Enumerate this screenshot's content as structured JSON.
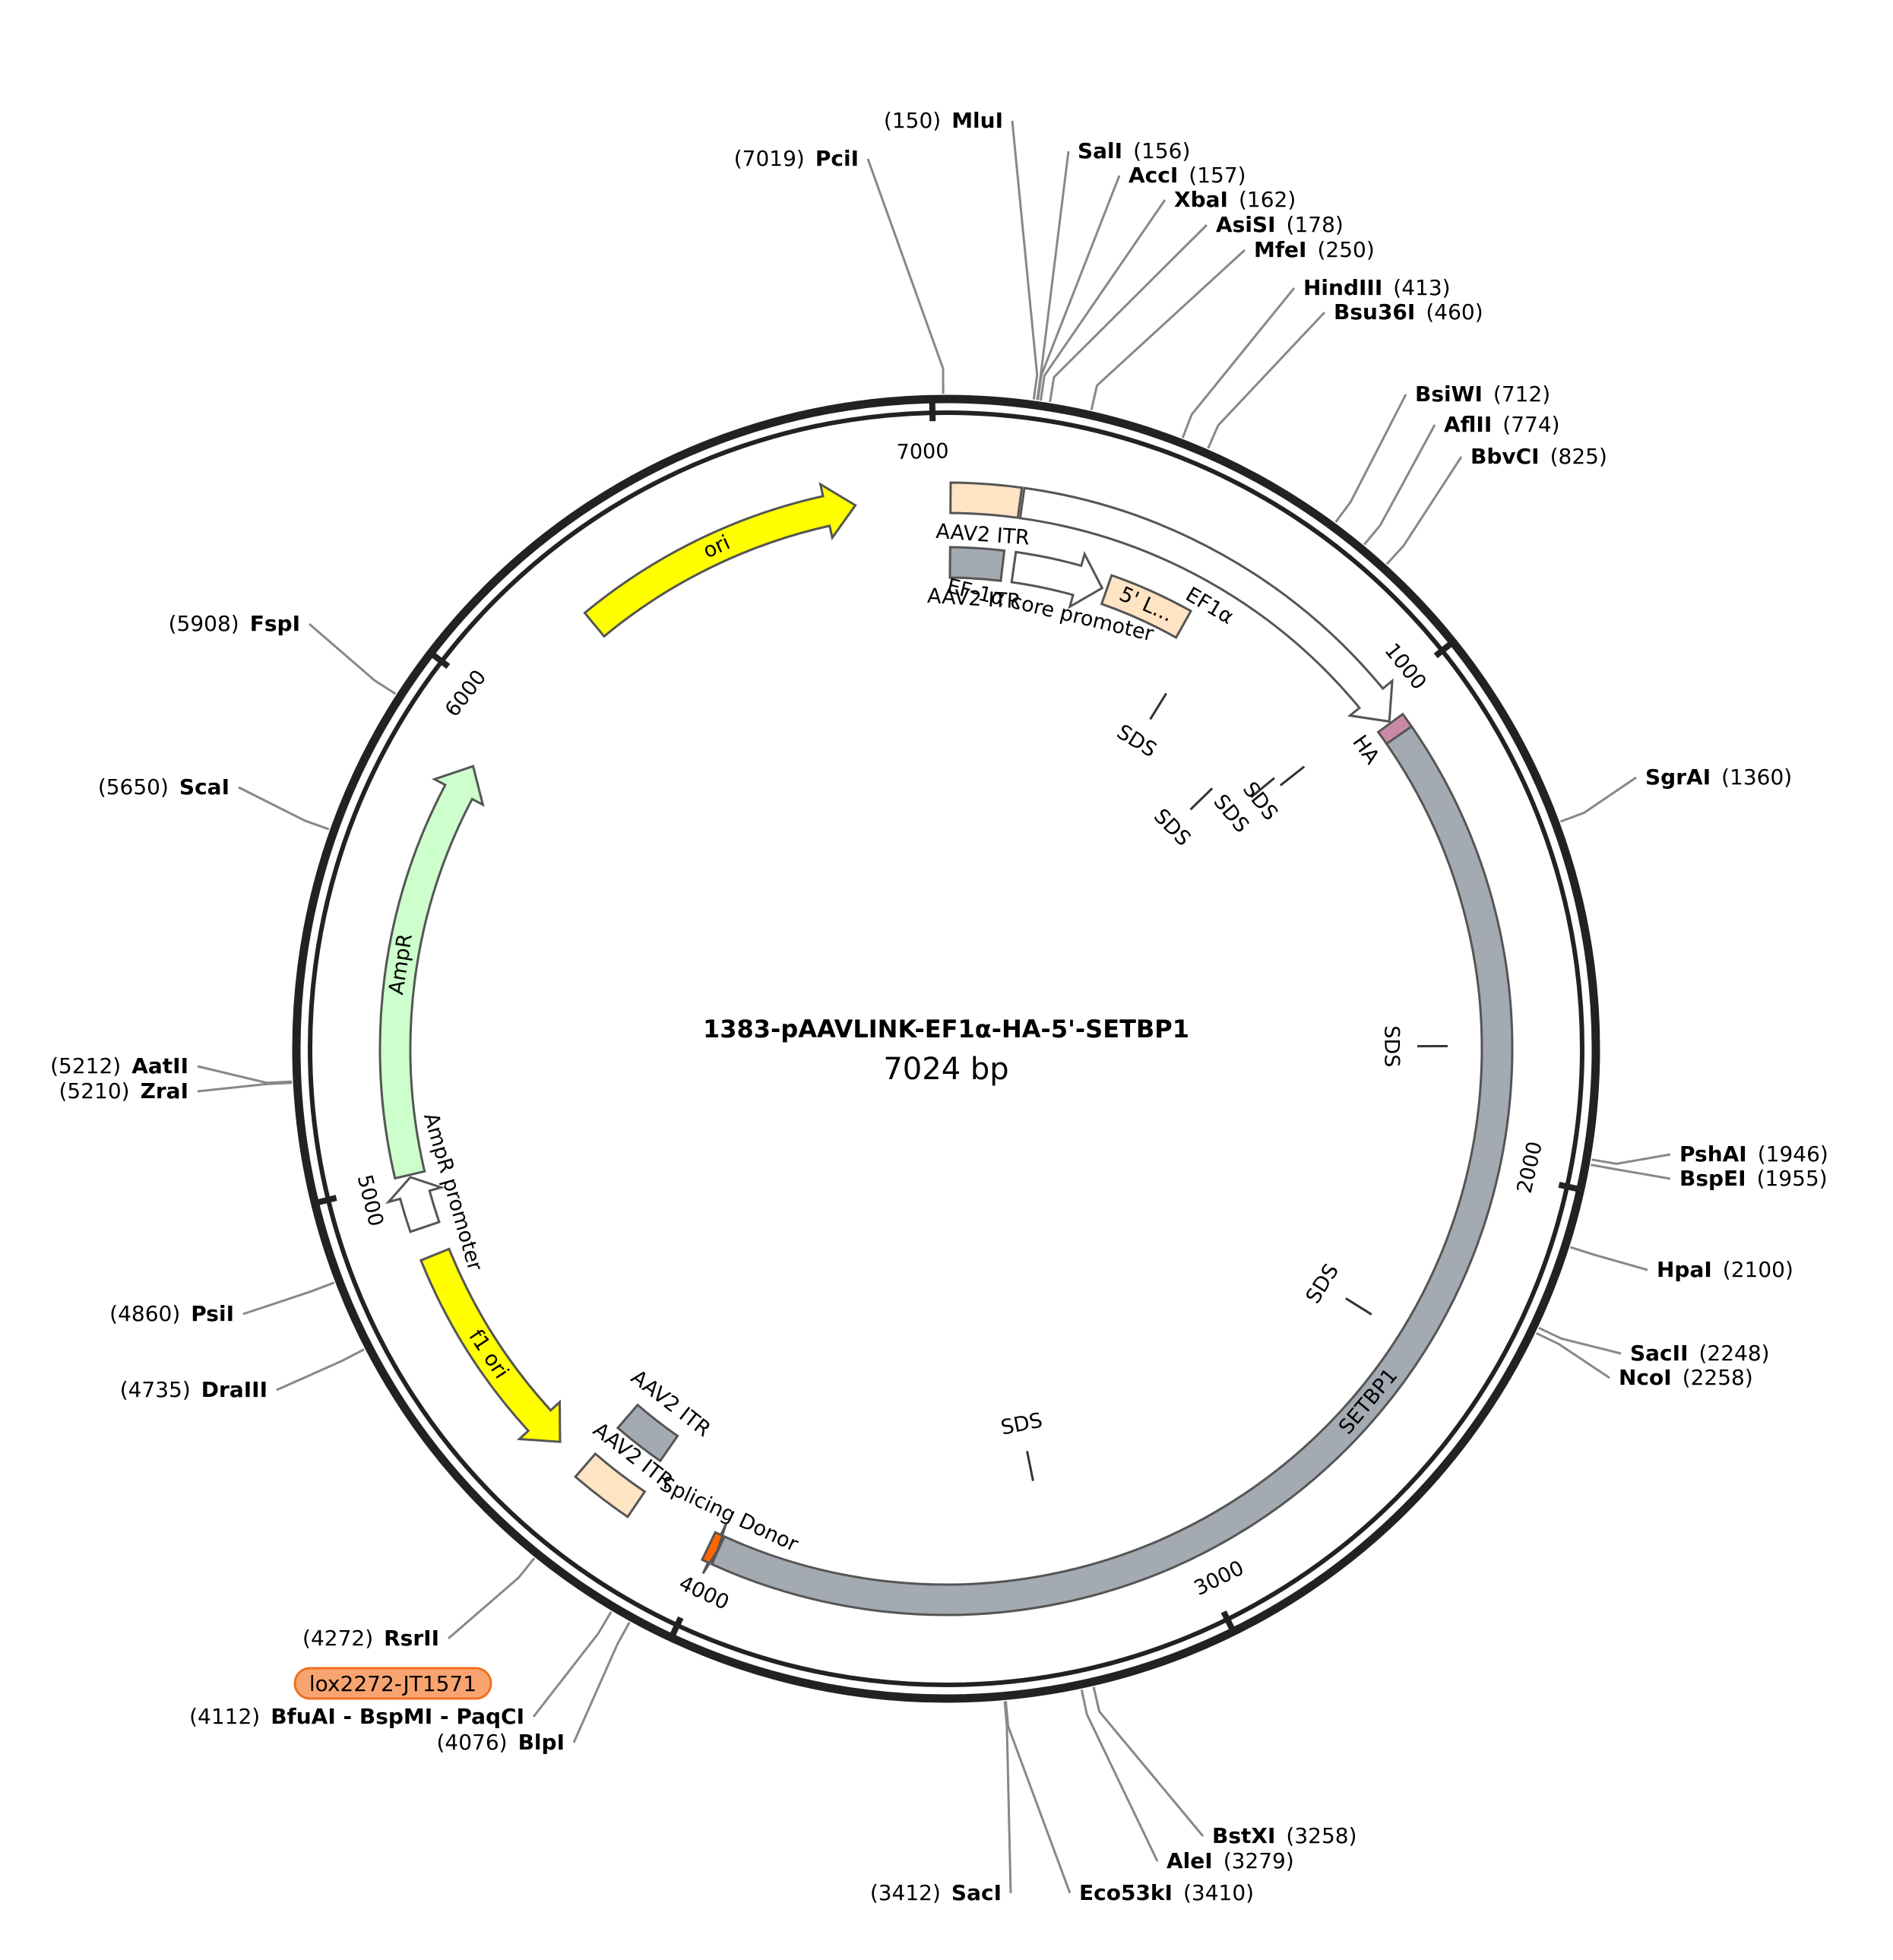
{
  "title": "1383-pAAVLINK-EF1α-HA-5'-SETBP1",
  "length_label": "7024 bp",
  "total_bp": 7024,
  "ticks": [
    {
      "label": "1000",
      "bp": 1000
    },
    {
      "label": "2000",
      "bp": 2000
    },
    {
      "label": "3000",
      "bp": 3000
    },
    {
      "label": "4000",
      "bp": 4000
    },
    {
      "label": "5000",
      "bp": 5000
    },
    {
      "label": "6000",
      "bp": 6000
    },
    {
      "label": "7000",
      "bp": 7000
    }
  ],
  "enzymes": [
    {
      "name": "MluI",
      "pos": "(150)",
      "bp": 150
    },
    {
      "name": "PciI",
      "pos": "(7019)",
      "bp": 7019
    },
    {
      "name": "SalI",
      "pos": "(156)",
      "bp": 156
    },
    {
      "name": "AccI",
      "pos": "(157)",
      "bp": 157
    },
    {
      "name": "XbaI",
      "pos": "(162)",
      "bp": 162
    },
    {
      "name": "AsiSI",
      "pos": "(178)",
      "bp": 178
    },
    {
      "name": "MfeI",
      "pos": "(250)",
      "bp": 250
    },
    {
      "name": "HindIII",
      "pos": "(413)",
      "bp": 413
    },
    {
      "name": "Bsu36I",
      "pos": "(460)",
      "bp": 460
    },
    {
      "name": "BsiWI",
      "pos": "(712)",
      "bp": 712
    },
    {
      "name": "AflII",
      "pos": "(774)",
      "bp": 774
    },
    {
      "name": "BbvCI",
      "pos": "(825)",
      "bp": 825
    },
    {
      "name": "SgrAI",
      "pos": "(1360)",
      "bp": 1360
    },
    {
      "name": "PshAI",
      "pos": "(1946)",
      "bp": 1946
    },
    {
      "name": "BspEI",
      "pos": "(1955)",
      "bp": 1955
    },
    {
      "name": "HpaI",
      "pos": "(2100)",
      "bp": 2100
    },
    {
      "name": "SacII",
      "pos": "(2248)",
      "bp": 2248
    },
    {
      "name": "NcoI",
      "pos": "(2258)",
      "bp": 2258
    },
    {
      "name": "BstXI",
      "pos": "(3258)",
      "bp": 3258
    },
    {
      "name": "AleI",
      "pos": "(3279)",
      "bp": 3279
    },
    {
      "name": "Eco53kI",
      "pos": "(3410)",
      "bp": 3410
    },
    {
      "name": "SacI",
      "pos": "(3412)",
      "bp": 3412
    },
    {
      "name": "BlpI",
      "pos": "(4076)",
      "bp": 4076
    },
    {
      "name": "BfuAI - BspMI - PaqCI",
      "pos": "(4112)",
      "bp": 4112
    },
    {
      "name": "RsrII",
      "pos": "(4272)",
      "bp": 4272
    },
    {
      "name": "DraIII",
      "pos": "(4735)",
      "bp": 4735
    },
    {
      "name": "PsiI",
      "pos": "(4860)",
      "bp": 4860
    },
    {
      "name": "ZraI",
      "pos": "(5210)",
      "bp": 5210
    },
    {
      "name": "AatII",
      "pos": "(5212)",
      "bp": 5212
    },
    {
      "name": "ScaI",
      "pos": "(5650)",
      "bp": 5650
    },
    {
      "name": "FspI",
      "pos": "(5908)",
      "bp": 5908
    }
  ],
  "lox_label": "lox2272-JT1571",
  "features": [
    {
      "name": "ori",
      "start": 6250,
      "end": 6839,
      "dir": 1,
      "color": "#ffff00"
    },
    {
      "name": "AAV2 ITR",
      "start": 9,
      "end": 150,
      "dir": 0,
      "color": "#ffe4c4"
    },
    {
      "name": "EF1α",
      "start": 155,
      "end": 1045,
      "dir": 1,
      "color": "#ffffff"
    },
    {
      "name": "HA",
      "start": 1049,
      "end": 1079,
      "dir": 0,
      "color": "#c98aa8"
    },
    {
      "name": "SETBP1",
      "start": 1079,
      "end": 3989,
      "dir": 0,
      "color": "#a4aab2"
    },
    {
      "name": "AAV2 ITR",
      "start": 9,
      "end": 130,
      "dir": 0,
      "color": "#a4aab2"
    },
    {
      "name": "EF-1α core promoter",
      "start": 156,
      "end": 365,
      "dir": 1,
      "color": "#ffffff"
    },
    {
      "name": "5' L...",
      "start": 376,
      "end": 570,
      "dir": 0,
      "color": "#ffe4c4"
    },
    {
      "name": "Splicing Donor",
      "start": 3990,
      "end": 4010,
      "dir": -1,
      "color": "#ff6600"
    },
    {
      "name": "AAV2 ITR",
      "start": 4180,
      "end": 4310,
      "dir": 0,
      "color": "#ffe4c4"
    },
    {
      "name": "AAV2 ITR",
      "start": 4190,
      "end": 4310,
      "dir": 0,
      "color": "#a4aab2"
    },
    {
      "name": "f1 ori",
      "start": 4380,
      "end": 4840,
      "dir": -1,
      "color": "#ffff00"
    },
    {
      "name": "AmpR",
      "start": 5010,
      "end": 5870,
      "dir": 1,
      "color": "#ccffcc"
    },
    {
      "name": "AmpR promoter",
      "start": 4900,
      "end": 5005,
      "dir": 1,
      "color": "#ffffff"
    }
  ],
  "sds": [
    {
      "label": "SDS"
    },
    {
      "label": "SDS"
    },
    {
      "label": "SDS"
    },
    {
      "label": "SDS"
    },
    {
      "label": "SDS"
    },
    {
      "label": "SDS"
    },
    {
      "label": "SDS"
    }
  ]
}
